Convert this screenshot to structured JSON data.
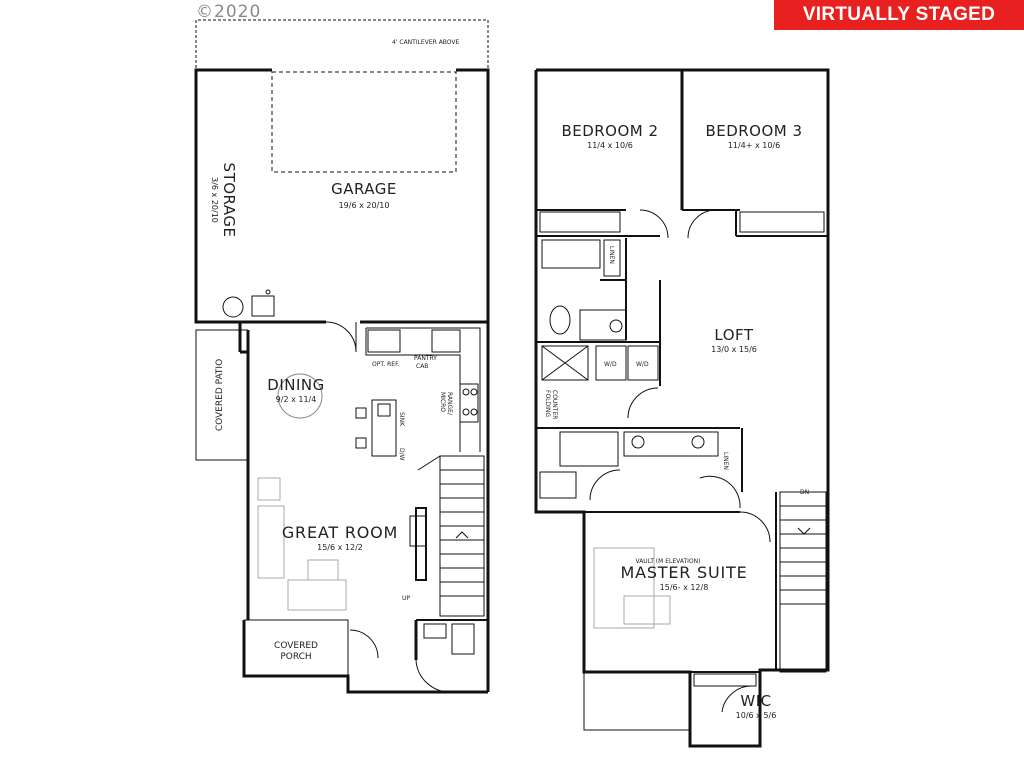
{
  "banner": {
    "text": "VIRTUALLY STAGED",
    "color": "#e8201f"
  },
  "copyright": "©2020",
  "main_floor": {
    "cantilever_note": "4' CANTILEVER ABOVE",
    "garage": {
      "name": "GARAGE",
      "dims": "19/6 x 20/10"
    },
    "storage": {
      "name": "STORAGE",
      "dims": "3/6 x 20/10"
    },
    "covered_patio": "COVERED PATIO",
    "dining": {
      "name": "DINING",
      "dims": "9/2 x 11/4"
    },
    "great_room": {
      "name": "GREAT ROOM",
      "dims": "15/6 x 12/2"
    },
    "covered_porch": {
      "line1": "COVERED",
      "line2": "PORCH"
    },
    "opt_ref": "OPT. REF.",
    "pantry": {
      "line1": "PANTRY",
      "line2": "CAB"
    },
    "range": {
      "line1": "RANGE/",
      "line2": "MICRO"
    },
    "sink": "SINK",
    "dw": "D/W",
    "up": "UP"
  },
  "upper_floor": {
    "bedroom2": {
      "name": "BEDROOM 2",
      "dims": "11/4 x 10/6"
    },
    "bedroom3": {
      "name": "BEDROOM 3",
      "dims": "11/4+ x 10/6"
    },
    "loft": {
      "name": "LOFT",
      "dims": "13/0 x 15/6"
    },
    "master": {
      "name": "MASTER SUITE",
      "dims": "15/6- x 12/8",
      "note": "VAULT (M ELEVATION)"
    },
    "wic": {
      "name": "WIC",
      "dims": "10/6 x 5/6"
    },
    "linen1": "LINEN",
    "linen2": "LINEN",
    "folding": {
      "line1": "FOLDING",
      "line2": "COUNTER"
    },
    "wd1": "W/D",
    "wd2": "W/D",
    "dn": "DN"
  }
}
